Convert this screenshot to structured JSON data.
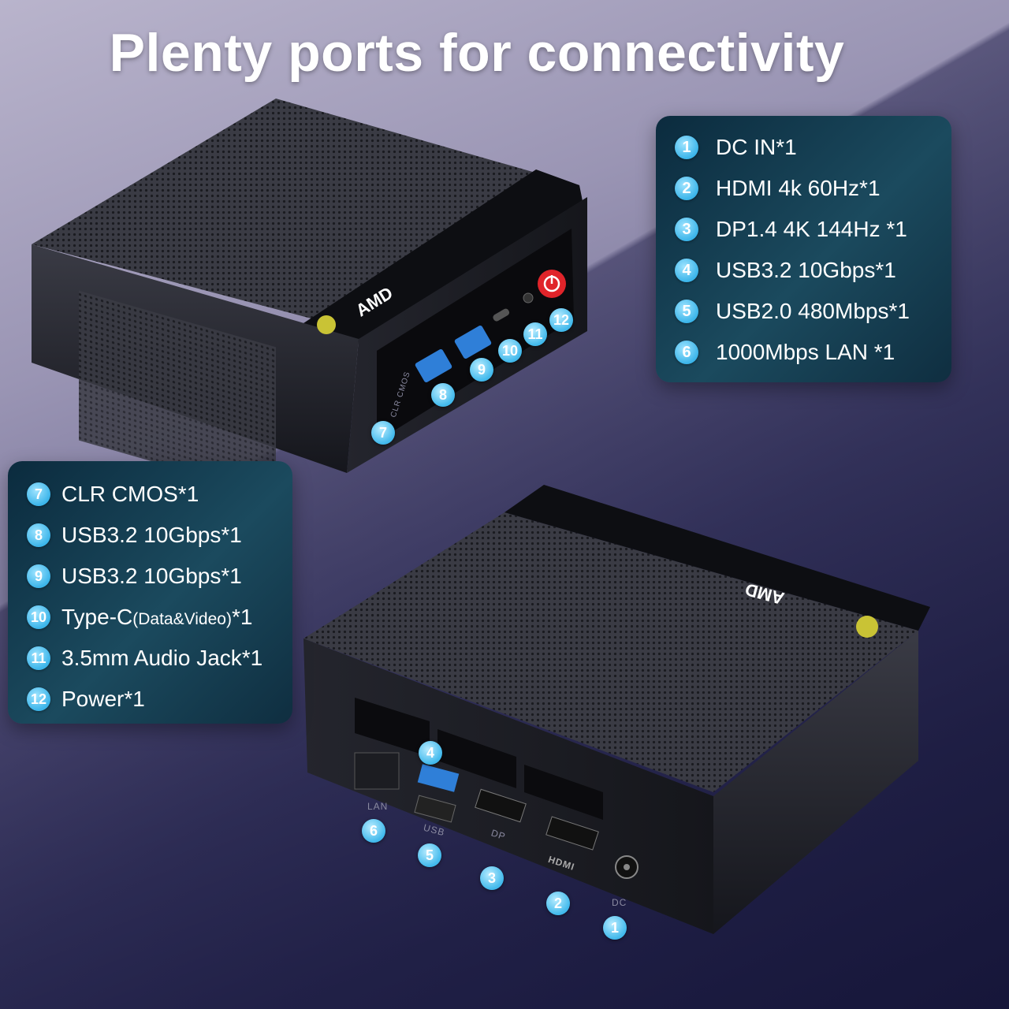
{
  "headline": "Plenty ports for connectivity",
  "right_panel": [
    {
      "num": "1",
      "text": "DC IN*1"
    },
    {
      "num": "2",
      "text": "HDMI 4k 60Hz*1"
    },
    {
      "num": "3",
      "text": "DP1.4 4K 144Hz *1"
    },
    {
      "num": "4",
      "text": "USB3.2 10Gbps*1"
    },
    {
      "num": "5",
      "text": "USB2.0 480Mbps*1"
    },
    {
      "num": "6",
      "text": "1000Mbps LAN *1"
    }
  ],
  "left_panel": [
    {
      "num": "7",
      "text": "CLR CMOS*1"
    },
    {
      "num": "8",
      "text": "USB3.2 10Gbps*1"
    },
    {
      "num": "9",
      "text": "USB3.2 10Gbps*1"
    },
    {
      "num": "10",
      "text_main": "Type-C",
      "text_small": "(Data&Video)",
      "text_tail": "*1"
    },
    {
      "num": "11",
      "text": "3.5mm Audio Jack*1"
    },
    {
      "num": "12",
      "text": "Power*1"
    }
  ],
  "device_labels": {
    "brand": "AMD",
    "clr_cmos": "CLR CMOS",
    "lan": "LAN",
    "usb": "USB",
    "dp": "DP",
    "hdmi": "HDMI",
    "dc": "DC"
  },
  "callouts": [
    "1",
    "2",
    "3",
    "4",
    "5",
    "6",
    "7",
    "8",
    "9",
    "10",
    "11",
    "12"
  ],
  "colors": {
    "panel": "#12394c",
    "badge": "#3cb5ea",
    "power_button": "#e0242a",
    "device_body": "#2a2b33"
  }
}
